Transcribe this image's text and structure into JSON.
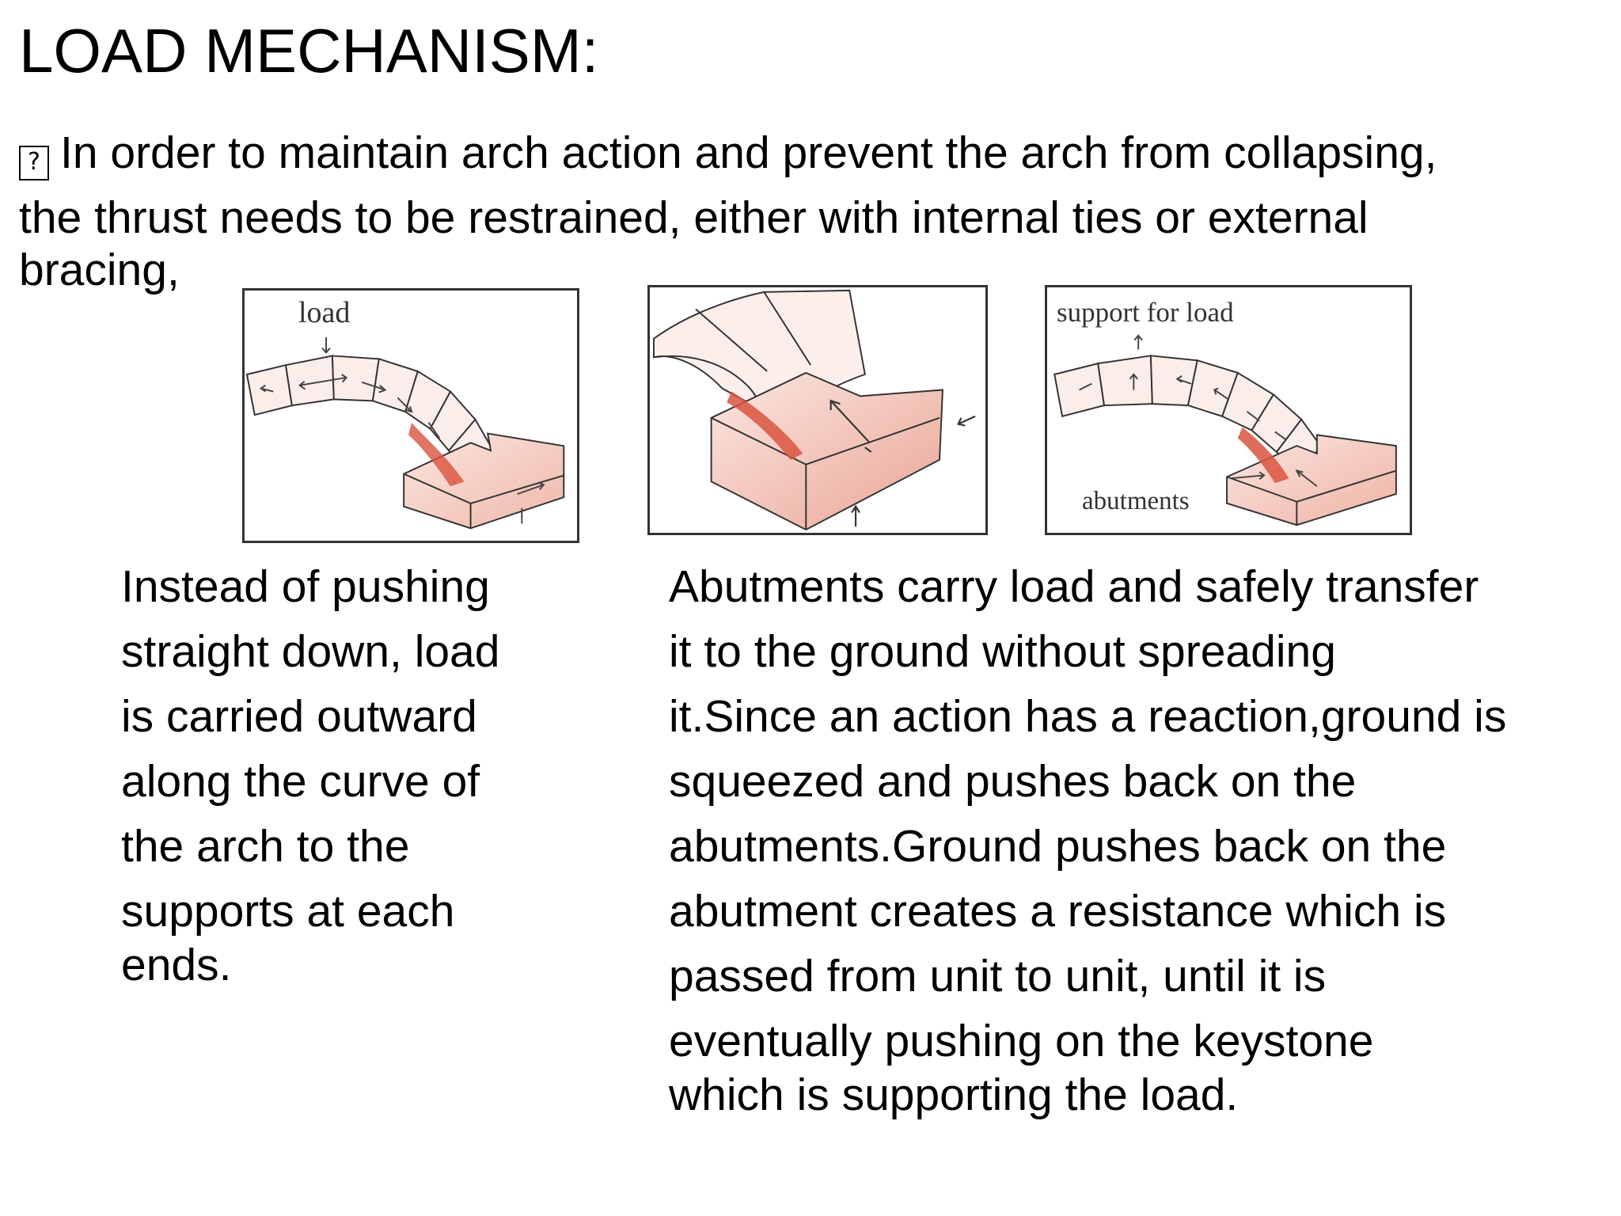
{
  "slide": {
    "title": "LOAD MECHANISM:",
    "bullet": {
      "glyph": "?",
      "lines": [
        "In order to maintain arch action and prevent the arch from collapsing,",
        "the thrust needs to be restrained, either with internal ties or external",
        "bracing,"
      ]
    },
    "figures": [
      {
        "labels": [
          "load"
        ]
      },
      {
        "labels": []
      },
      {
        "labels": [
          "support for load",
          "abutments"
        ]
      }
    ],
    "left_text": {
      "lines": [
        "Instead of pushing",
        "straight down, load",
        "is carried outward",
        "along the curve of",
        "the arch to the",
        "supports at each",
        "ends."
      ]
    },
    "right_text": {
      "lines": [
        "Abutments carry load and safely transfer",
        "it to the ground without spreading",
        "it.Since an action has a reaction,ground is",
        "squeezed and pushes back on the",
        "abutments.Ground pushes back on the",
        "abutment creates a resistance which is",
        "passed from unit to unit, until it is",
        "eventually pushing on the keystone",
        "which is supporting the load."
      ]
    },
    "colors": {
      "stone_fill": "#f4d4cc",
      "stone_shade": "#d9533f",
      "outline": "#333333"
    }
  }
}
